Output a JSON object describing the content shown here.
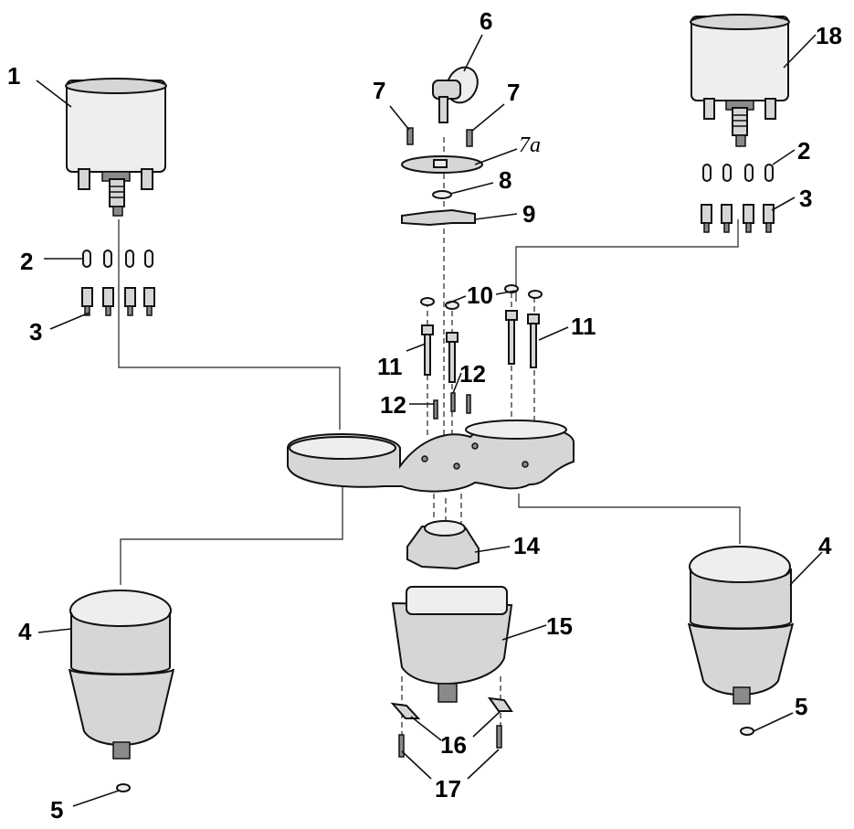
{
  "callouts": {
    "c1": "1",
    "c2_left": "2",
    "c2_right": "2",
    "c3_left": "3",
    "c3_right": "3",
    "c4_left": "4",
    "c4_right": "4",
    "c5_left": "5",
    "c5_right": "5",
    "c6": "6",
    "c7_left": "7",
    "c7_right": "7",
    "c7a": "7a",
    "c8": "8",
    "c9": "9",
    "c10": "10",
    "c11_left": "11",
    "c11_right": "11",
    "c12_left": "12",
    "c12_right": "12",
    "c14": "14",
    "c15": "15",
    "c16": "16",
    "c17": "17",
    "c18": "18"
  }
}
